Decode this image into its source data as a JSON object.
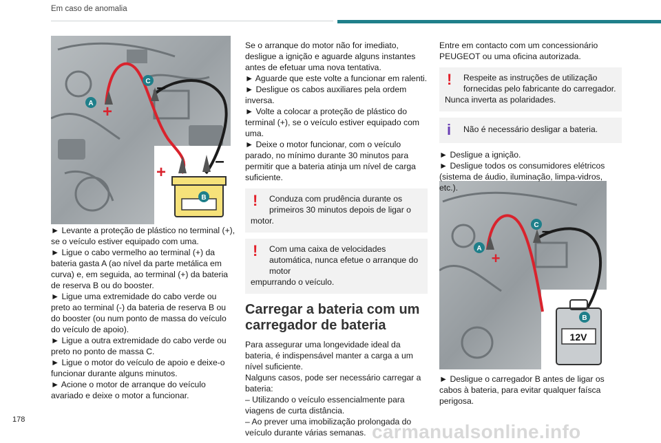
{
  "header": {
    "title": "Em caso de anomalia"
  },
  "page_number": "178",
  "watermark": "carmanualsonline.info",
  "figure1": {
    "labels": {
      "a": "A",
      "b": "B",
      "c": "C"
    },
    "plus": "+",
    "minus": "–"
  },
  "figure2": {
    "labels": {
      "a": "A",
      "b": "B",
      "c": "C"
    },
    "plus": "+",
    "minus": "–",
    "voltage": "12V"
  },
  "column1": {
    "paragraphs": [
      "► Levante a proteção de plástico no terminal (+), se o veículo estiver equipado com uma.",
      "► Ligue o cabo vermelho ao terminal (+) da bateria gasta A (ao nível da parte metálica em curva) e, em seguida, ao terminal (+) da bateria de reserva B ou do booster.",
      "► Ligue uma extremidade do cabo verde ou preto ao terminal (-) da bateria de reserva B ou do booster (ou num ponto de massa do veículo do veículo de apoio).",
      "► Ligue a outra extremidade do cabo verde ou preto no ponto de massa C.",
      "► Ligue o motor do veículo de apoio e deixe-o funcionar durante alguns minutos.",
      "► Acione o motor de arranque do veículo avariado e deixe o motor a funcionar."
    ]
  },
  "column2": {
    "paragraphs": [
      "Se o arranque do motor não for imediato, desligue a ignição e aguarde alguns instantes antes de efetuar uma nova tentativa.",
      "► Aguarde que este volte a funcionar em ralenti.",
      "► Desligue os cabos auxiliares pela ordem inversa.",
      "► Volte a colocar a proteção de plástico do terminal (+), se o veículo estiver equipado com uma.",
      "► Deixe o motor funcionar, com o veículo parado, no mínimo durante 30 minutos para permitir que a bateria atinja um nível de carga suficiente."
    ],
    "warning1": {
      "symbol": "!",
      "line1": "Conduza com prudência durante os primeiros 30 minutos depois de ligar o",
      "line2": "motor."
    },
    "warning2": {
      "symbol": "!",
      "line1": "Com uma caixa de velocidades automática, nunca efetue o arranque do motor",
      "line2": "empurrando o veículo."
    },
    "heading": "Carregar a bateria com um carregador de bateria",
    "paragraphs2": [
      "Para assegurar uma longevidade ideal da bateria, é indispensável manter a carga a um nível suficiente.",
      "Nalguns casos, pode ser necessário carregar a bateria:",
      "– Utilizando o veículo essencialmente para viagens de curta distância.",
      "– Ao prever uma imobilização prolongada do veículo durante várias semanas."
    ]
  },
  "column3": {
    "paragraphs": [
      "Entre em contacto com um concessionário PEUGEOT ou uma oficina autorizada."
    ],
    "warning": {
      "symbol": "!",
      "line1": "Respeite as instruções de utilização fornecidas pelo fabricante do carregador.",
      "line2": "Nunca inverta as polaridades."
    },
    "info": {
      "symbol": "i",
      "line1": "Não é necessário desligar a bateria."
    },
    "paragraphs2": [
      "► Desligue a ignição.",
      "► Desligue todos os consumidores elétricos (sistema de áudio, iluminação, limpa-vidros, etc.)."
    ],
    "last": "► Desligue o carregador B antes de ligar os cabos à bateria, para evitar qualquer faísca perigosa."
  },
  "colors": {
    "accent": "#1f7f8a",
    "warning": "#e3202a",
    "info": "#6a3fb5",
    "cable_red": "#d9232d"
  }
}
